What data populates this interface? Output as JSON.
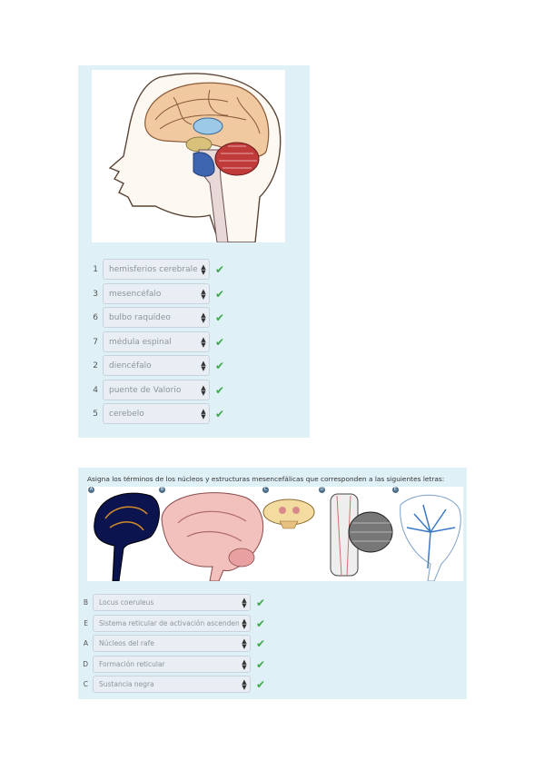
{
  "question1": {
    "rows": [
      {
        "num": "1",
        "value": "hemisferios cerebrales"
      },
      {
        "num": "3",
        "value": "mesencéfalo"
      },
      {
        "num": "6",
        "value": "bulbo raquídeo"
      },
      {
        "num": "7",
        "value": "médula espinal"
      },
      {
        "num": "2",
        "value": "diencéfalo"
      },
      {
        "num": "4",
        "value": "puente de Valorio"
      },
      {
        "num": "5",
        "value": "cerebelo"
      }
    ]
  },
  "question2": {
    "instruction": "Asigna los términos de los núcleos y estructuras mesencefálicas que corresponden a las siguientes letras:",
    "badges": [
      "A",
      "B",
      "C",
      "D",
      "E"
    ],
    "rows": [
      {
        "num": "B",
        "value": "Locus coeruleus"
      },
      {
        "num": "E",
        "value": "Sistema reticular de activación ascendente"
      },
      {
        "num": "A",
        "value": "Núcleos del rafe"
      },
      {
        "num": "D",
        "value": "Formación reticular"
      },
      {
        "num": "C",
        "value": "Sustancia negra"
      }
    ]
  },
  "icons": {
    "check": "check-icon",
    "caret": "select-caret-icon"
  },
  "colors": {
    "panel_bg": "#dff0f7",
    "check": "#3ea84a"
  }
}
